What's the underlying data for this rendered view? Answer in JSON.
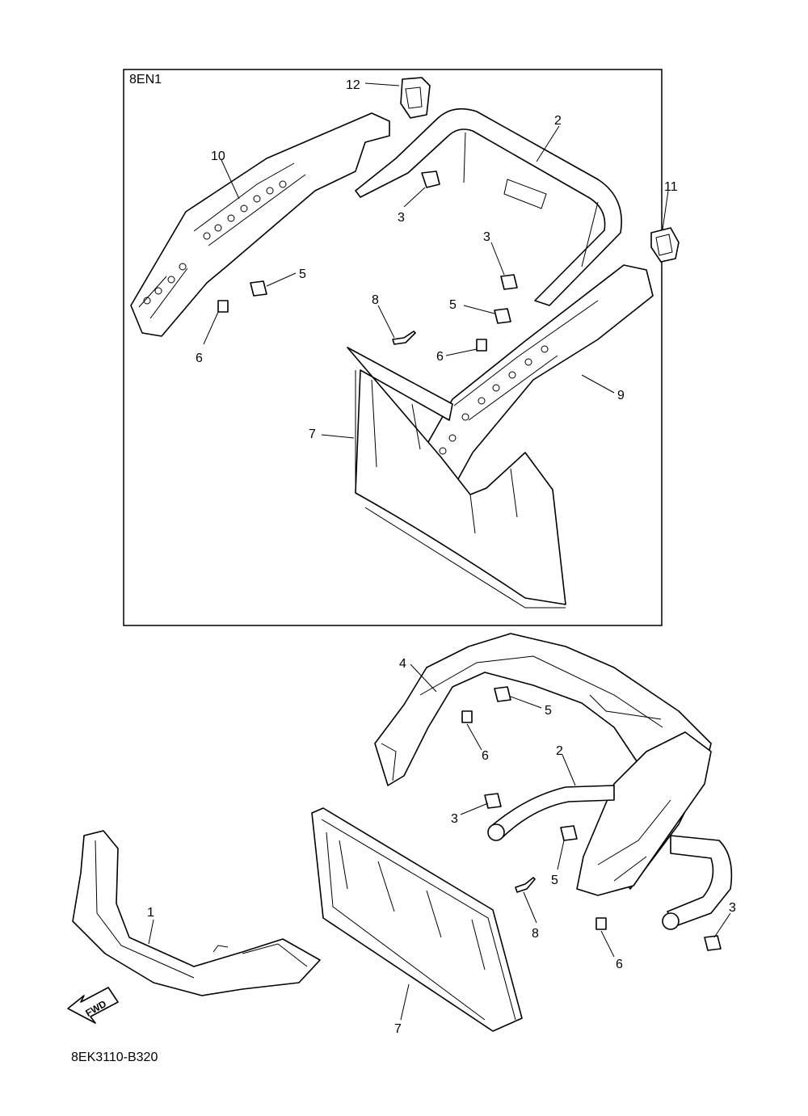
{
  "inset_label": "8EN1",
  "figure_code": "8EK3110-B320",
  "fwd_label": "FWD",
  "callouts": {
    "inset": {
      "p12": "12",
      "p2": "2",
      "p10": "10",
      "p11": "11",
      "p3a": "3",
      "p3b": "3",
      "p5a": "5",
      "p5b": "5",
      "p6a": "6",
      "p6b": "6",
      "p8": "8",
      "p9": "9",
      "p7": "7"
    },
    "main": {
      "p4": "4",
      "p5a": "5",
      "p6a": "6",
      "p2": "2",
      "p3a": "3",
      "p5b": "5",
      "p1": "1",
      "p8": "8",
      "p7": "7",
      "p3b": "3",
      "p6b": "6"
    }
  }
}
